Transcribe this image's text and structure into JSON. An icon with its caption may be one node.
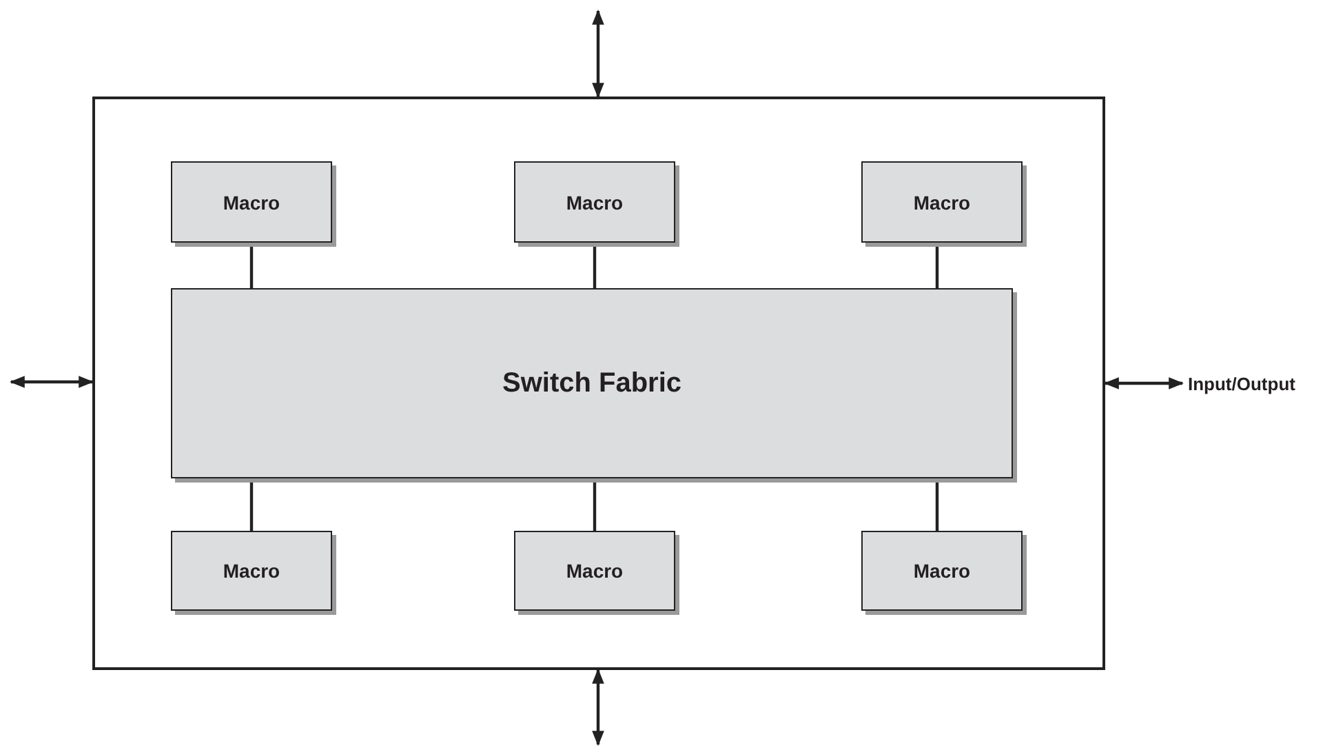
{
  "diagram": {
    "nodes": [
      {
        "text": [],
        "shape": "box"
      },
      {
        "text": [
          "Macro"
        ],
        "in": 0
      },
      {
        "text": [
          "Macro"
        ],
        "in": 0
      },
      {
        "text": [
          "Macro"
        ],
        "in": 0
      },
      {
        "text": [
          "Switch Fabric"
        ],
        "in": 0
      },
      {
        "text": [
          "Macro"
        ],
        "in": 0
      },
      {
        "text": [
          "Macro"
        ],
        "in": 0
      },
      {
        "text": [
          "Macro"
        ],
        "in": 0
      },
      {
        "text": [
          "Input/Output"
        ]
      }
    ],
    "edges": [
      {
        "from": 1,
        "to": 4,
        "arrow": "none"
      },
      {
        "from": 2,
        "to": 4,
        "arrow": "none"
      },
      {
        "from": 3,
        "to": 4,
        "arrow": "none"
      },
      {
        "from": 4,
        "to": 5,
        "arrow": "none"
      },
      {
        "from": 4,
        "to": 6,
        "arrow": "none"
      },
      {
        "from": 4,
        "to": 7,
        "arrow": "none"
      },
      {
        "from": null,
        "to": 0,
        "arrow": "both"
      },
      {
        "from": 0,
        "to": null,
        "arrow": "both"
      },
      {
        "from": null,
        "to": 0,
        "arrow": "both"
      },
      {
        "from": 0,
        "to": 8,
        "arrow": "both"
      }
    ]
  }
}
